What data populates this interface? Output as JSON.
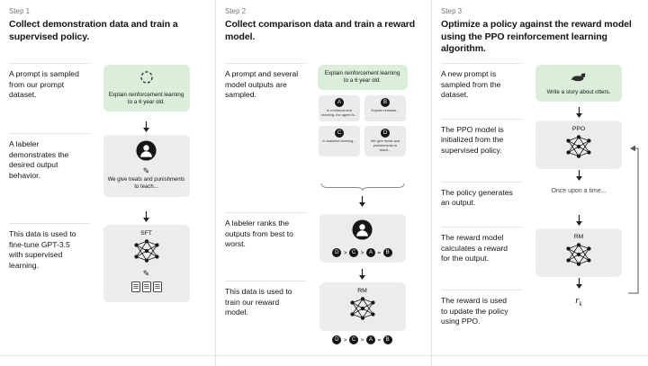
{
  "icons": {
    "quill": "✎"
  },
  "steps": [
    {
      "label": "Step 1",
      "title": "Collect demonstration data and train a supervised policy.",
      "descriptions": [
        "A prompt is sampled from our prompt dataset.",
        "A labeler demonstrates the desired output behavior.",
        "This data is used to fine-tune GPT-3.5 with supervised learning."
      ],
      "prompt": "Explain reinforcement learning to a 6 year old.",
      "labeler_caption": "We give treats and punishments to teach...",
      "model_label": "SFT"
    },
    {
      "label": "Step 2",
      "title": "Collect comparison data and train a reward model.",
      "descriptions": [
        "A prompt and several model outputs are sampled.",
        "A labeler ranks the outputs from best to worst.",
        "This data is used to train our reward model."
      ],
      "prompt": "Explain reinforcement learning to a 6 year old.",
      "outputs": [
        {
          "letter": "A",
          "text": "In reinforcement learning, the agent is..."
        },
        {
          "letter": "B",
          "text": "Explain rewards..."
        },
        {
          "letter": "C",
          "text": "In machine learning..."
        },
        {
          "letter": "D",
          "text": "We give treats and punishments to teach..."
        }
      ],
      "ranking": {
        "letters": [
          "D",
          "C",
          "A",
          "B"
        ],
        "seps": [
          ">",
          ">",
          "="
        ]
      },
      "model_label": "RM"
    },
    {
      "label": "Step 3",
      "title": "Optimize a policy against the reward model using the PPO reinforcement learning algorithm.",
      "descriptions": [
        "A new prompt is sampled from the dataset.",
        "The PPO model is initialized from the supervised policy.",
        "The policy generates an output.",
        "The reward model calculates a reward for the output.",
        "The reward is used to update the policy using PPO."
      ],
      "prompt": "Write a story about otters.",
      "ppo_label": "PPO",
      "output_text": "Once upon a time...",
      "rm_label": "RM",
      "reward_base": "r",
      "reward_sub": "k"
    }
  ]
}
